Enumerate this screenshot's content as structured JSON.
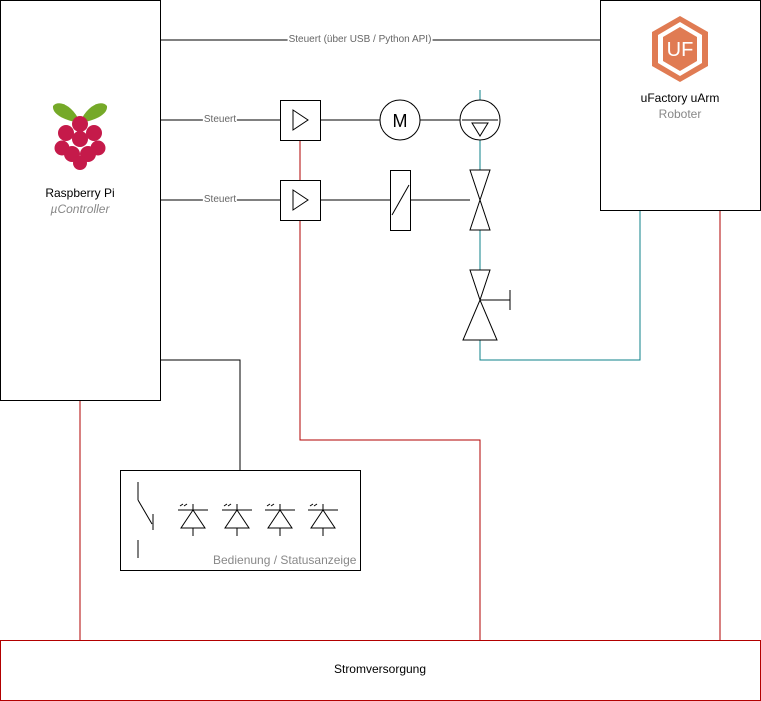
{
  "nodes": {
    "raspberry": {
      "title": "Raspberry Pi",
      "subtitle": "µController",
      "icon": "raspberry-pi-logo-icon"
    },
    "uarm": {
      "title": "uFactory uArm",
      "subtitle": "Roboter",
      "logo_text": "UF",
      "icon": "ufactory-logo-icon"
    },
    "motor": {
      "label": "M"
    },
    "panel": {
      "label": "Bedienung / Statusanzeige"
    },
    "power": {
      "label": "Stromversorgung"
    }
  },
  "edges": {
    "usb": "Steuert (über USB / Python API)",
    "ctrl1": "Steuert",
    "ctrl2": "Steuert"
  },
  "colors": {
    "signal": "#000000",
    "power": "#b20000",
    "pneumatic": "#0e8088"
  }
}
